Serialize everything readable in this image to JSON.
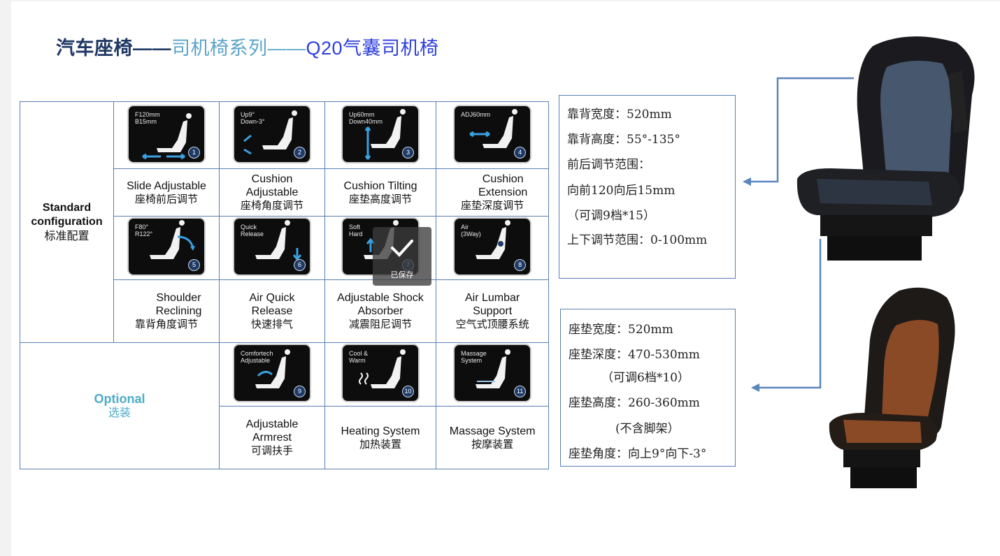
{
  "title": {
    "part1": "汽车座椅——",
    "part2": "司机椅系列——",
    "part3": "Q20气囊司机椅"
  },
  "standard": {
    "label_en": "Standard configuration",
    "label_cn": "标准配置"
  },
  "optional": {
    "label_en": "Optional",
    "label_cn": "选装"
  },
  "features": [
    {
      "num": "1",
      "icon_text": "F120mm\nB15mm",
      "en": "Slide Adjustable",
      "cn": "座椅前后调节"
    },
    {
      "num": "2",
      "icon_text": "Up9°\nDown-3°",
      "en": "Cushion Adjustable",
      "cn": "座椅角度调节"
    },
    {
      "num": "3",
      "icon_text": "Up60mm\nDown40mm",
      "en": "Cushion Tilting",
      "cn": "座垫高度调节"
    },
    {
      "num": "4",
      "icon_text": "ADJ60mm",
      "en": "Cushion Extension",
      "cn": "座垫深度调节"
    },
    {
      "num": "5",
      "icon_text": "F80°\nR122°",
      "en": "Shoulder Reclining",
      "cn": "靠背角度调节"
    },
    {
      "num": "6",
      "icon_text": "Quick\nRelease",
      "en": "Air Quick Release",
      "cn": "快速排气"
    },
    {
      "num": "7",
      "icon_text": "Soft\nHard",
      "en": "Adjustable Shock Absorber",
      "cn": "减震阻尼调节"
    },
    {
      "num": "8",
      "icon_text": "Air\n(3Way)",
      "en": "Air Lumbar Support",
      "cn": "空气式顶腰系统"
    },
    {
      "num": "9",
      "icon_text": "Comfortech\nAdjustable",
      "en": "Adjustable Armrest",
      "cn": "可调扶手"
    },
    {
      "num": "10",
      "icon_text": "Cool &\nWarm",
      "en": "Heating System",
      "cn": "加热装置"
    },
    {
      "num": "11",
      "icon_text": "Massage\nSystem",
      "en": "Massage System",
      "cn": "按摩装置"
    }
  ],
  "saved_overlay": {
    "label": "已保存"
  },
  "spec_backrest": [
    "靠背宽度：520mm",
    "靠背高度：55°-135°",
    "前后调节范围：",
    "向前120向后15mm",
    "（可调9档*15）",
    "上下调节范围：0-100mm"
  ],
  "spec_cushion": [
    "座垫宽度：520mm",
    "座垫深度：470-530mm",
    "（可调6档*10）",
    "座垫高度：260-360mm",
    "(不含脚架）",
    "座垫角度：向上9°向下-3°"
  ],
  "colors": {
    "border": "#5a7fb4",
    "title_dark": "#1f3864",
    "title_light": "#5ba4c8",
    "title_blue": "#2e3ee0",
    "optional": "#4eabc9",
    "arrow": "#5b86bd"
  }
}
